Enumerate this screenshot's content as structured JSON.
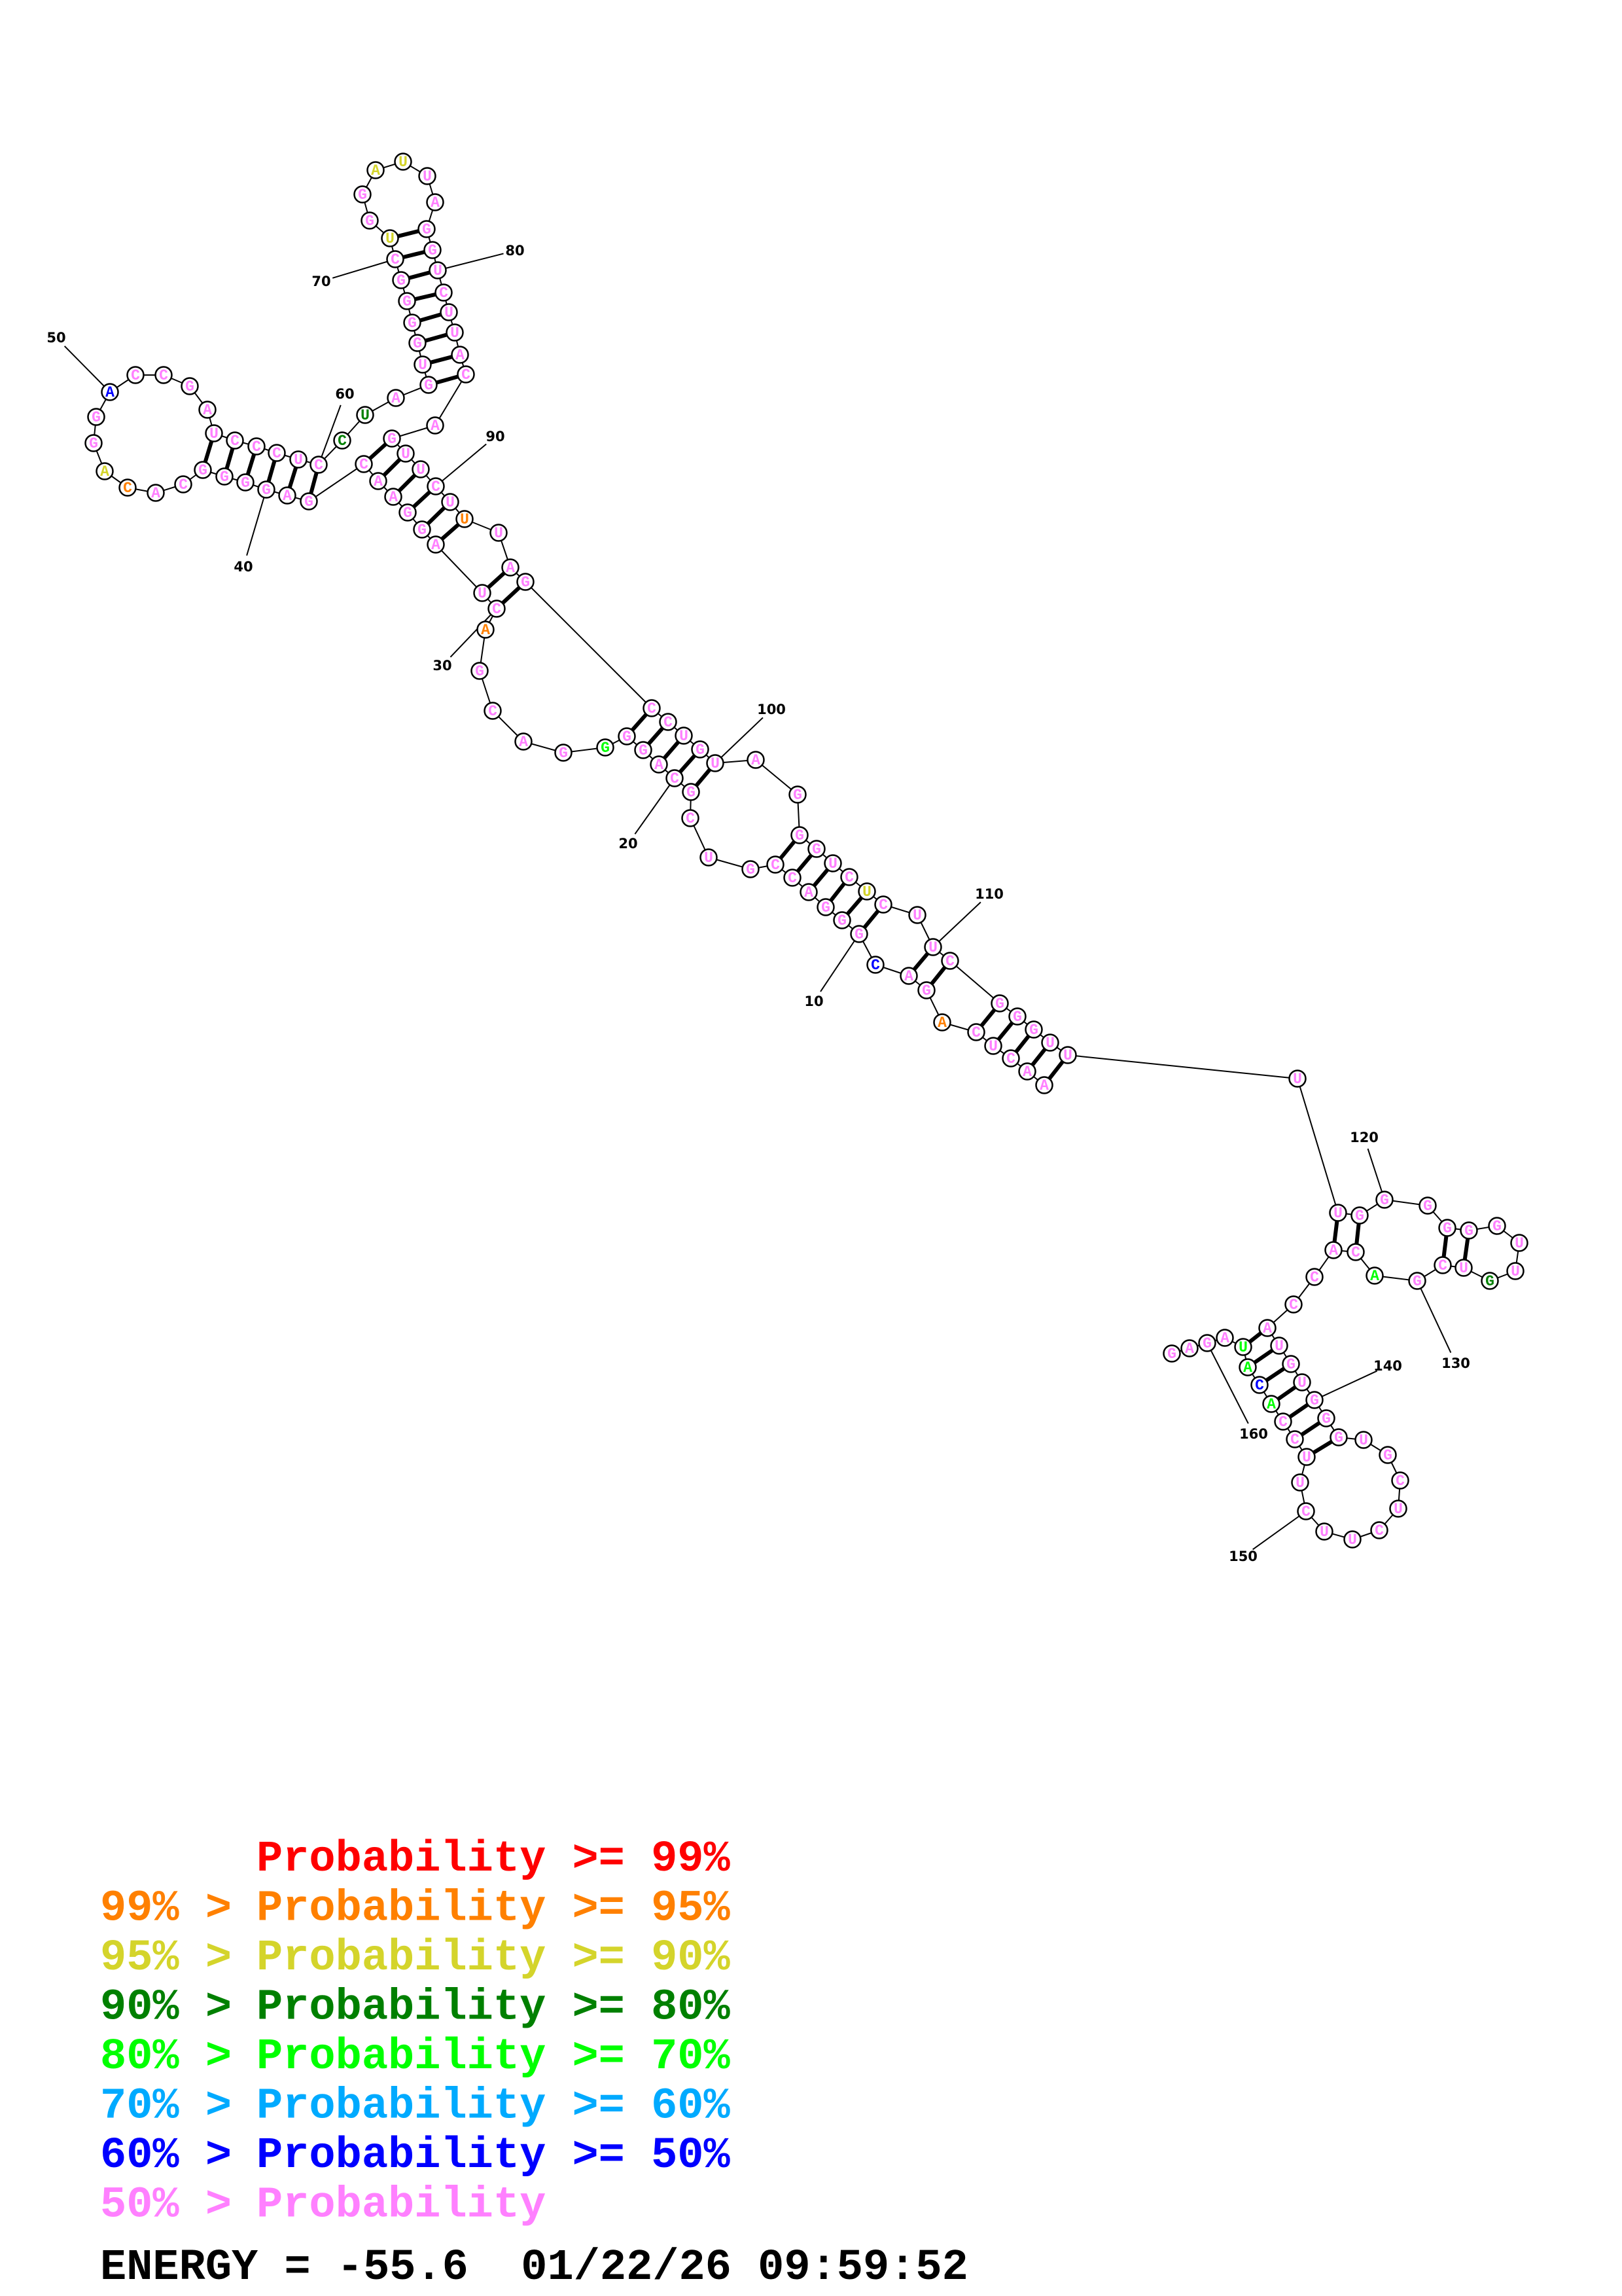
{
  "structure": {
    "sequence": "AACUCAGACGGGACCGUCGCAGGGGACGACUAGGAACGAGGGGCACAGGACCGAUCCCUCCUAGUGGGGCUGGAUUAGGUCUUACAGUUCUUUAGCCUGUAGGGUCUCUUCGGGUUUUGGGGGGUUGUCGACACCAUGUGGGUGCUCUUCUUCCACAUAGAG",
    "probability_class": "pppppoppbppppppppppppppgppppoppppppppppppppppoyppbppppppppppddppppppppyppyyppppppppppppppppoppppppppppppppypppppppppppppppppppdpppgpppppppppppppppppppppppgbgg",
    "class_colors": {
      "r": "#FF0000",
      "o": "#FF8000",
      "y": "#D4D42B",
      "d": "#008000",
      "g": "#00FF00",
      "l": "#00AAFF",
      "b": "#0000FF",
      "p": "#FF80FF"
    },
    "pairs": [
      [
        1,
        116
      ],
      [
        2,
        115
      ],
      [
        3,
        114
      ],
      [
        4,
        113
      ],
      [
        5,
        112
      ],
      [
        7,
        111
      ],
      [
        8,
        110
      ],
      [
        10,
        108
      ],
      [
        11,
        107
      ],
      [
        12,
        106
      ],
      [
        13,
        105
      ],
      [
        14,
        104
      ],
      [
        15,
        103
      ],
      [
        19,
        100
      ],
      [
        20,
        99
      ],
      [
        21,
        98
      ],
      [
        22,
        97
      ],
      [
        23,
        96
      ],
      [
        30,
        95
      ],
      [
        31,
        94
      ],
      [
        32,
        92
      ],
      [
        33,
        91
      ],
      [
        34,
        90
      ],
      [
        35,
        89
      ],
      [
        36,
        88
      ],
      [
        37,
        87
      ],
      [
        38,
        60
      ],
      [
        39,
        59
      ],
      [
        40,
        58
      ],
      [
        41,
        57
      ],
      [
        42,
        56
      ],
      [
        43,
        55
      ],
      [
        64,
        85
      ],
      [
        65,
        84
      ],
      [
        66,
        83
      ],
      [
        67,
        82
      ],
      [
        68,
        81
      ],
      [
        69,
        80
      ],
      [
        70,
        79
      ],
      [
        71,
        78
      ],
      [
        118,
        133
      ],
      [
        119,
        132
      ],
      [
        122,
        129
      ],
      [
        123,
        128
      ],
      [
        136,
        158
      ],
      [
        137,
        157
      ],
      [
        138,
        156
      ],
      [
        139,
        155
      ],
      [
        140,
        154
      ],
      [
        141,
        153
      ],
      [
        142,
        152
      ]
    ],
    "position_labels": [
      "10",
      "20",
      "30",
      "40",
      "50",
      "60",
      "70",
      "80",
      "90",
      "100",
      "110",
      "120",
      "130",
      "140",
      "150",
      "160"
    ]
  },
  "legend": [
    {
      "prefix": "",
      "text": "Probability >= 99%",
      "color": "#FF0000"
    },
    {
      "prefix": "99% > ",
      "text": "Probability >= 95%",
      "color": "#FF8000"
    },
    {
      "prefix": "95% > ",
      "text": "Probability >= 90%",
      "color": "#D4D42B"
    },
    {
      "prefix": "90% > ",
      "text": "Probability >= 80%",
      "color": "#008000"
    },
    {
      "prefix": "80% > ",
      "text": "Probability >= 70%",
      "color": "#00FF00"
    },
    {
      "prefix": "70% > ",
      "text": "Probability >= 60%",
      "color": "#00AAFF"
    },
    {
      "prefix": "60% > ",
      "text": "Probability >= 50%",
      "color": "#0000FF"
    },
    {
      "prefix": "50% > ",
      "text": "Probability",
      "color": "#FF80FF"
    }
  ],
  "footer": {
    "energy": "ENERGY = -55.6  01/22/26 09:59:52"
  }
}
